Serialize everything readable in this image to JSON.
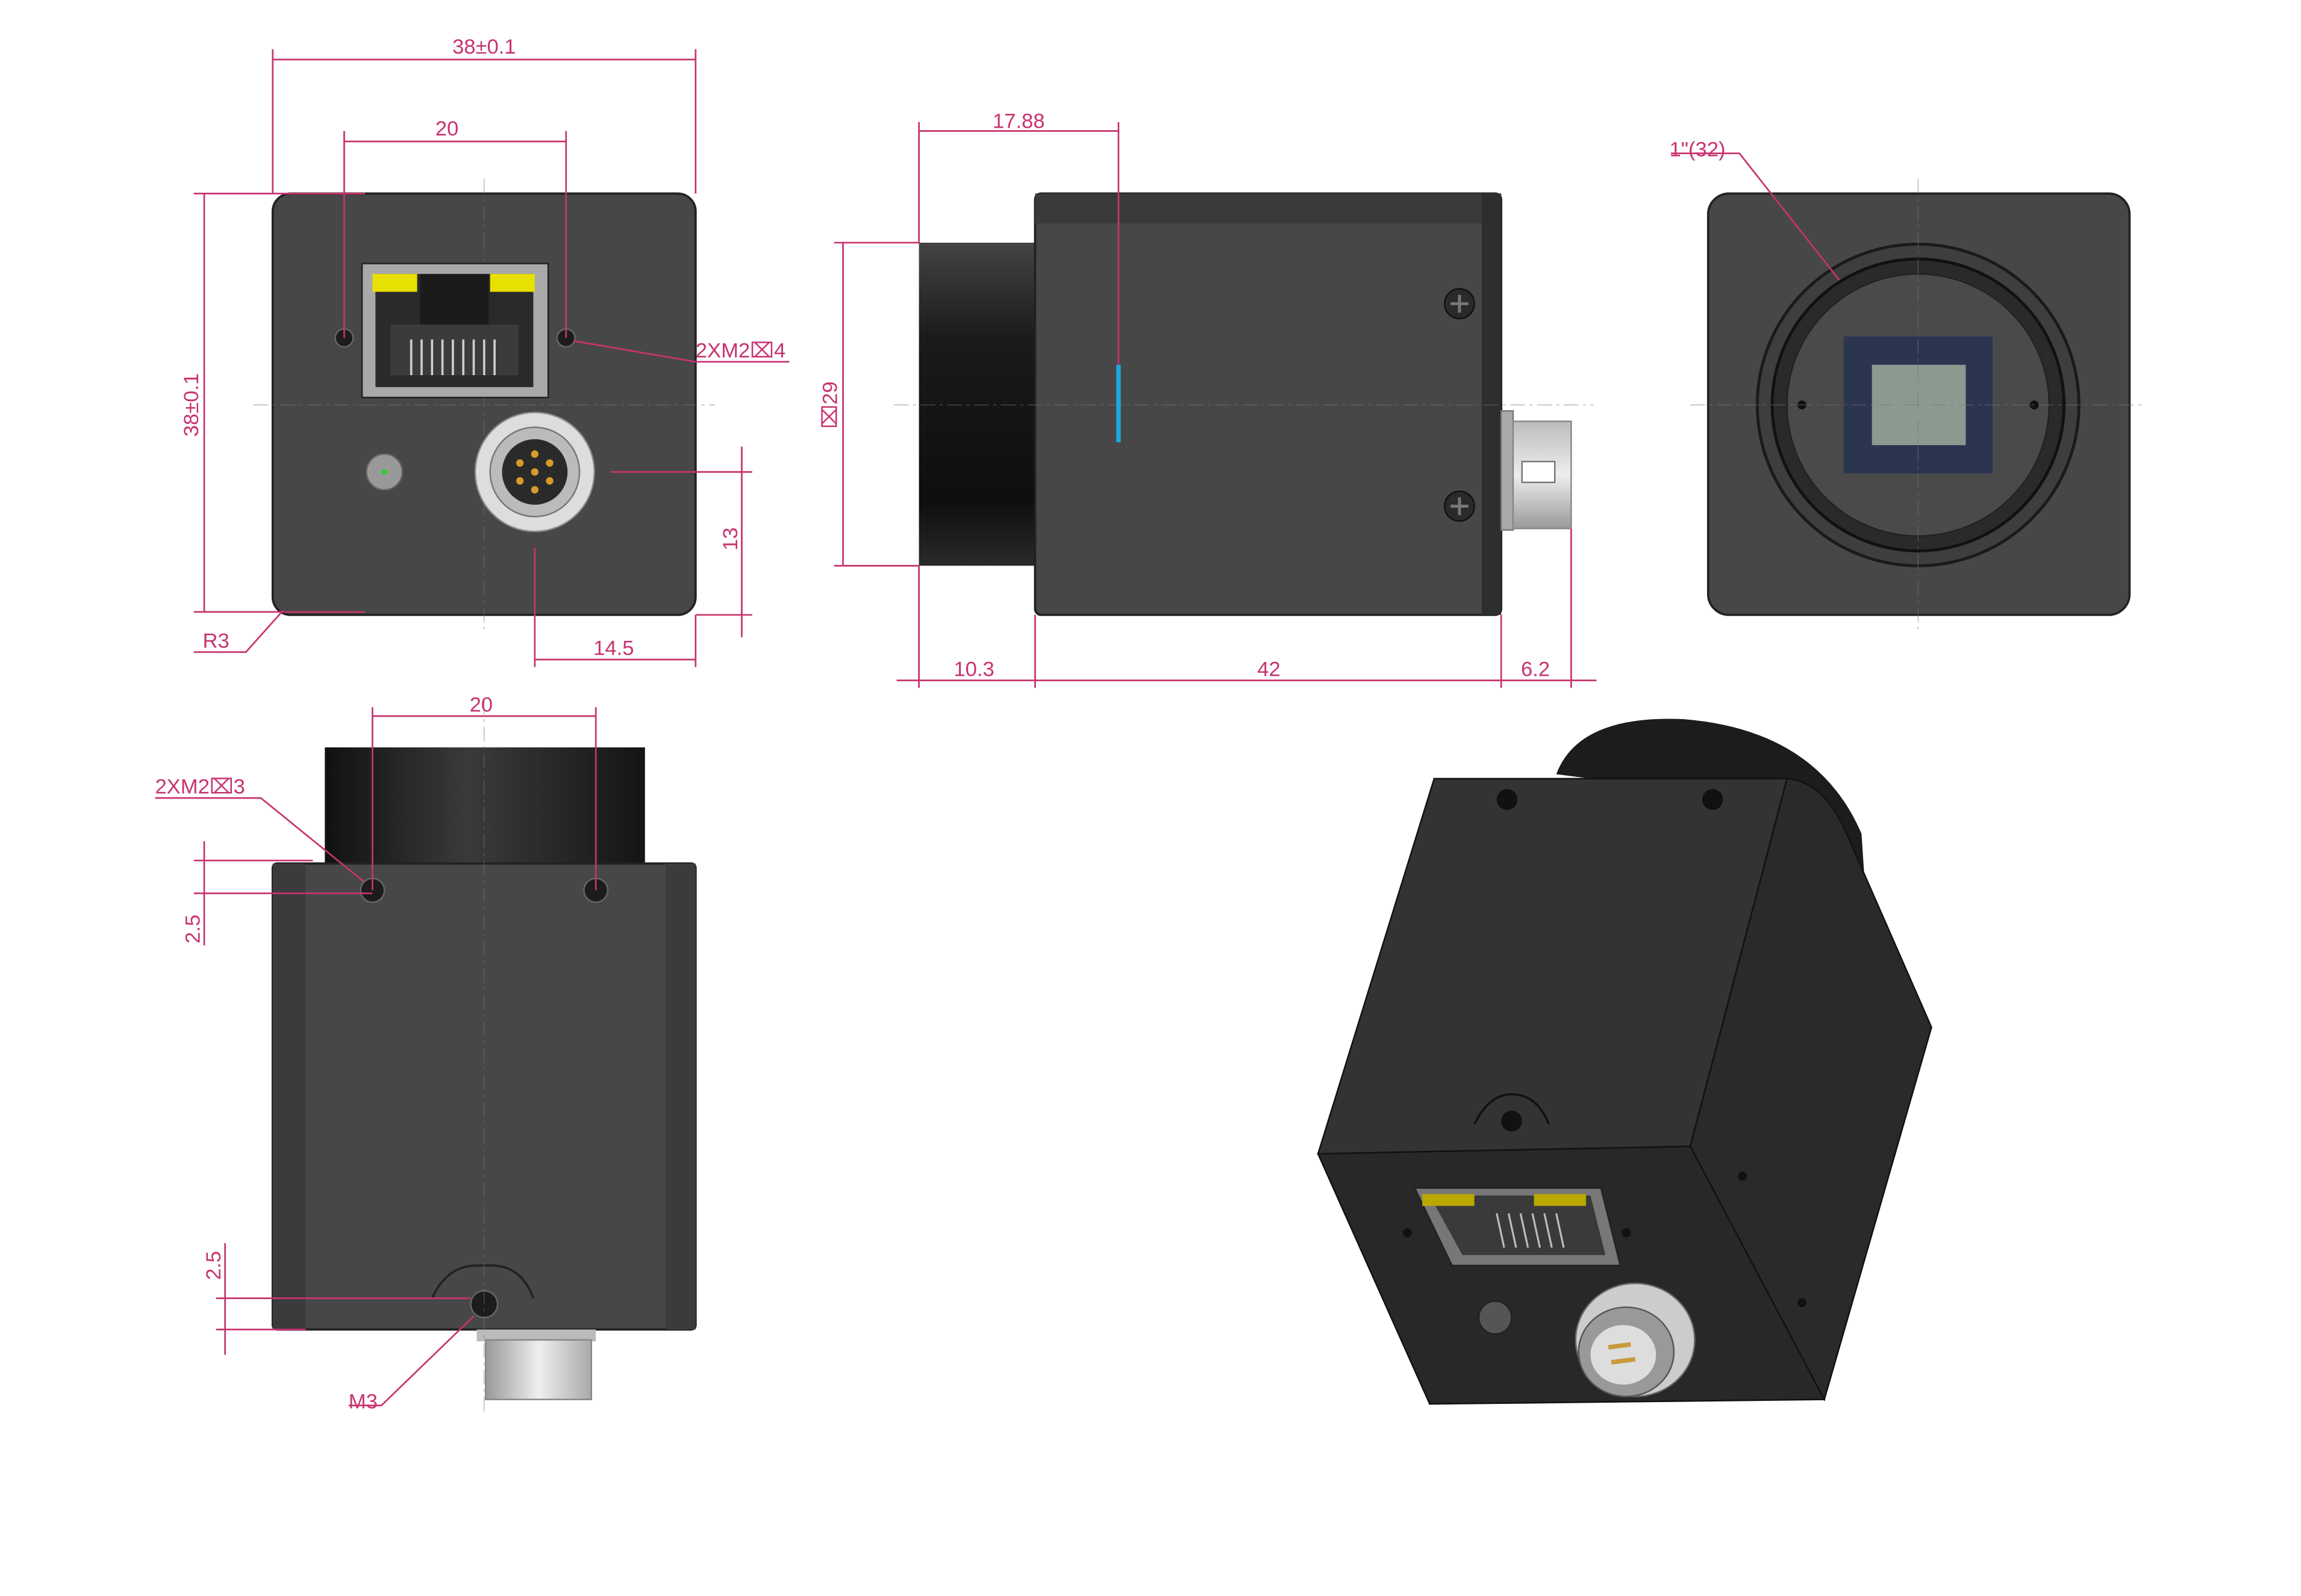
{
  "views": {
    "rear": {
      "width_label": "38±0.1",
      "hole_spacing_label": "20",
      "height_label": "38±0.1",
      "hole_callout": "2XM2⌧4",
      "connector_height_label": "13",
      "connector_offset_label": "14.5",
      "corner_radius_label": "R3"
    },
    "side": {
      "flange_label": "17.88",
      "lens_size_label": "⌧29",
      "lens_length_label": "10.3",
      "body_length_label": "42",
      "connector_length_label": "6.2"
    },
    "front": {
      "sensor_label": "1\"(32)"
    },
    "bottom": {
      "hole_spacing_label": "20",
      "hole_callout": "2XM2⌧3",
      "top_offset_label": "2.5",
      "bottom_offset_label": "2.5",
      "mount_label": "M3"
    }
  },
  "colors": {
    "dimension": "#c8336f",
    "body": "#474747",
    "indicator": "#1ea7e0",
    "rj45_led": "#e8e000"
  }
}
